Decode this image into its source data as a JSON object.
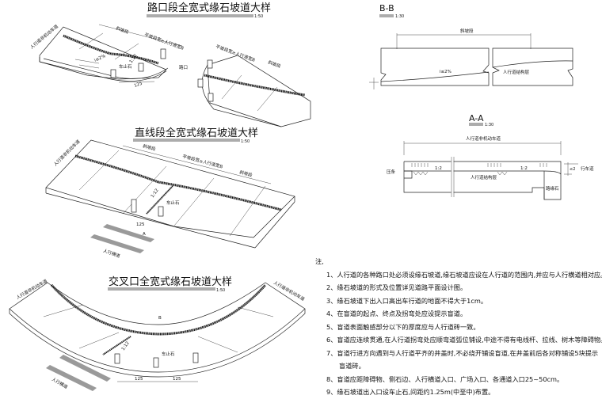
{
  "drawings": {
    "intersection_segment": {
      "title": "路口段全宽式缘石坡道大样",
      "scale": "1:50",
      "labels": {
        "sidewalk": "人行道非机动车道",
        "slope_section": "斜坡段",
        "flat_section": "平坡段宽≥人行道宽B",
        "intersection": "路口",
        "bollard": "车止石",
        "slope_ratio": "i≤2%",
        "grade": "1:12",
        "spacing": "125"
      }
    },
    "straight_segment": {
      "title": "直线段全宽式缘石坡道大样",
      "scale": "1:50",
      "labels": {
        "sidewalk": "人行道非机动车道",
        "slope_section_left": "斜坡段",
        "flat_section": "平坡段宽≥人行道宽B",
        "slope_section_right": "斜坡段",
        "bollard": "车止石",
        "crosswalk": "人行横道",
        "grade": "1:12",
        "spacing": "125",
        "section_mark": "A"
      }
    },
    "crossing_segment": {
      "title": "交叉口全宽式缘石坡道大样",
      "scale": "1:50",
      "labels": {
        "sidewalk_left": "人行道非机动车道",
        "sidewalk_right": "人行道非机动车道",
        "bollard": "车止石",
        "crosswalk": "人行横道",
        "grade": "1:12",
        "spacing_left": "125",
        "spacing_right": "125",
        "section_mark": "B"
      }
    },
    "section_bb": {
      "title": "B-B",
      "scale": "1:30",
      "dimension_label": "斜坡段",
      "slope": "i≤2%",
      "layer_label": "人行道结构层"
    },
    "section_aa": {
      "title": "A-A",
      "scale": "1:30",
      "dimension_label": "人行道非机动车道",
      "left_label": "压条",
      "slope_left": "1:2",
      "slope_right": "1:2",
      "layer_label": "人行道结构层",
      "curb_label": "路缘石",
      "height": "≤2",
      "right_label": "行车道"
    }
  },
  "notes": {
    "heading": "注,",
    "items": [
      "1、人行道的各种路口处必须设缘石坡道,缘石坡道应设在人行道的范围内,并应与人行横道相对应。",
      "2、缘石坡道的形式及位置详见道路平面设计图。",
      "3、缘石坡道下出入口高出车行道的地面不得大于1cm。",
      "4、在盲道的起点、终点及拐弯处应设提示盲道。",
      "5、盲道表面触感部分以下的厚度应与人行道砖一致。",
      "6、盲道应连续贯通,在人行道拐弯处应顺弯道弧位铺设,中途不得有电线杆、拉线、树木等障碍物。",
      "7、盲道行进方向遇到与人行道平齐的井盖时,不必绕开铺设盲道,在井盖前后各对称铺设5块提示",
      "盲道砖。",
      "8、盲道应距障碍物、侧石边、人行横道入口、广场入口、各通道入口25~50cm。",
      "9、缘石坡道出入口设车止石,间距约1.25m(中至中)布置。"
    ]
  }
}
